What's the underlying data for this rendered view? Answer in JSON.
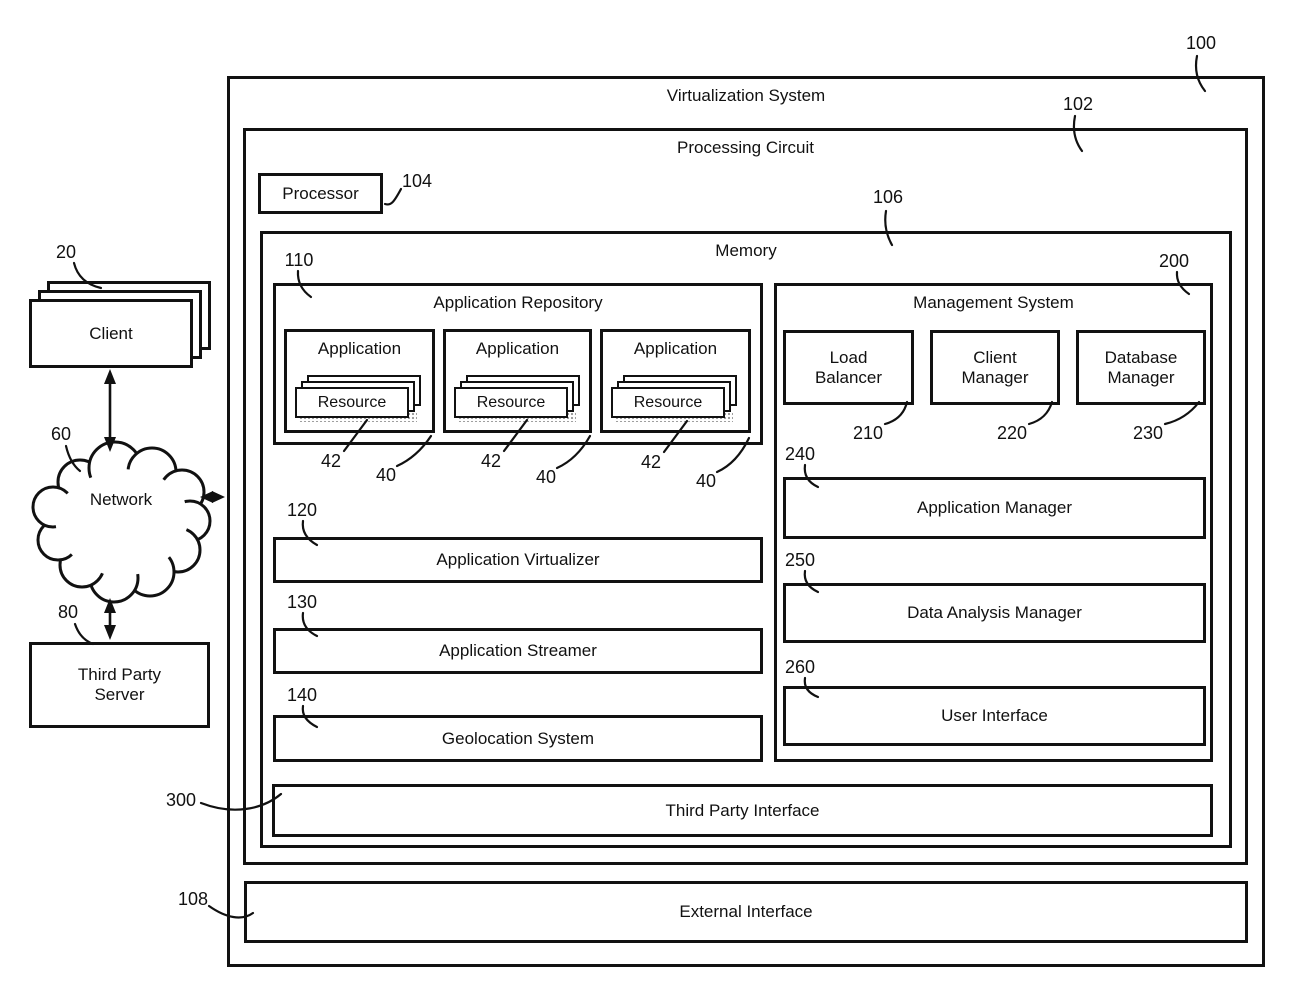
{
  "colors": {
    "ink": "#111111",
    "background": "#ffffff"
  },
  "labels": {
    "virtualization_system": "Virtualization System",
    "processing_circuit": "Processing Circuit",
    "processor": "Processor",
    "memory": "Memory",
    "application_repository": "Application Repository",
    "application": "Application",
    "resource": "Resource",
    "management_system": "Management System",
    "load_balancer_l1": "Load",
    "load_balancer_l2": "Balancer",
    "client_manager_l1": "Client",
    "client_manager_l2": "Manager",
    "database_manager_l1": "Database",
    "database_manager_l2": "Manager",
    "application_manager": "Application Manager",
    "data_analysis_manager": "Data Analysis Manager",
    "user_interface": "User Interface",
    "application_virtualizer": "Application Virtualizer",
    "application_streamer": "Application Streamer",
    "geolocation_system": "Geolocation System",
    "third_party_interface": "Third Party Interface",
    "external_interface": "External Interface",
    "client": "Client",
    "network": "Network",
    "third_party_server_l1": "Third Party",
    "third_party_server_l2": "Server"
  },
  "refs": {
    "r20": "20",
    "r40": "40",
    "r42": "42",
    "r60": "60",
    "r80": "80",
    "r100": "100",
    "r102": "102",
    "r104": "104",
    "r106": "106",
    "r108": "108",
    "r110": "110",
    "r120": "120",
    "r130": "130",
    "r140": "140",
    "r200": "200",
    "r210": "210",
    "r220": "220",
    "r230": "230",
    "r240": "240",
    "r250": "250",
    "r260": "260",
    "r300": "300"
  }
}
